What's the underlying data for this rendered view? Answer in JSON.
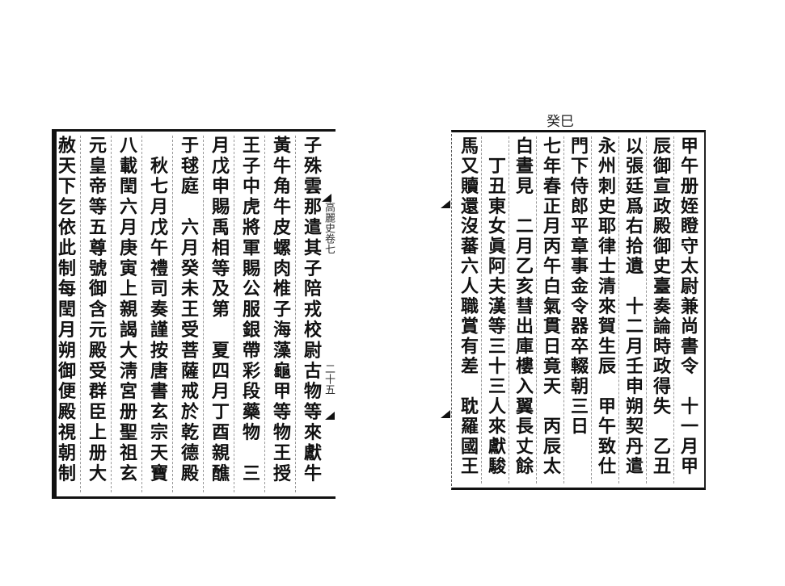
{
  "top_note": "癸巳",
  "margin": {
    "book_title": "高麗史卷七",
    "page_number": "二十五"
  },
  "right_page": {
    "columns": [
      "甲午册姪瞪守太尉兼尚書令　十一月甲",
      "辰御宣政殿御史臺奏論時政得失　乙丑",
      "以張廷爲右拾遺　十二月壬申朔契丹遣",
      "永州刺史耶律士清來賀生辰　甲午致仕",
      "門下侍郎平章事金令器卒輟朝三日",
      "七年春正月丙午白氣貫日竟天　丙辰太",
      "白晝見　二月乙亥彗出庫樓入翼長丈餘",
      "　丁丑東女眞阿夫漢等三十三人來獻駿",
      "馬又贖還沒蕃六人職賞有差　耽羅國王"
    ]
  },
  "left_page": {
    "columns": [
      "子殊雲那遣其子陪戎校尉古物等來獻牛",
      "黃牛角牛皮螺肉椎子海藻龜甲等物王授",
      "王子中虎將軍賜公服銀帶彩段藥物　三",
      "月戊申賜禹相等及第　夏四月丁酉親醮",
      "于毬庭　六月癸未王受菩薩戒於乾德殿",
      "　秋七月戊午禮司奏謹按唐書玄宗天寶",
      "八載閏六月庚寅上親謁大淸宮册聖祖玄",
      "元皇帝等五尊號御含元殿受群臣上册大",
      "赦天下乞依此制每閏月朔御便殿視朝制"
    ]
  }
}
